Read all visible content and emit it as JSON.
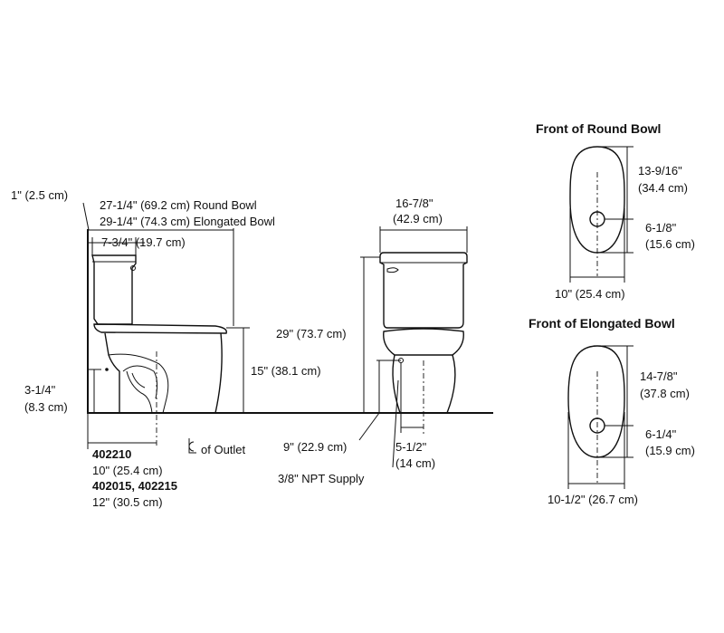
{
  "side_view": {
    "dim_top": "1\" (2.5 cm)",
    "dim_round_bowl": "27-1/4\" (69.2 cm) Round Bowl",
    "dim_elongated_bowl": "29-1/4\" (74.3 cm) Elongated Bowl",
    "dim_tank_depth": "7-3/4\" (19.7 cm)",
    "dim_seat_height": "15\" (38.1 cm)",
    "dim_supply_in": "3-1/4\"",
    "dim_supply_cm": "(8.3 cm)",
    "outlet_label": "of Outlet",
    "model_a": "402210",
    "model_a_dim": "10\" (25.4 cm)",
    "model_b": "402015, 402215",
    "model_b_dim": "12\" (30.5 cm)"
  },
  "front_view": {
    "dim_width_in": "16-7/8\"",
    "dim_width_cm": "(42.9 cm)",
    "dim_height": "29\" (73.7 cm)",
    "dim_supply_height": "9\" (22.9 cm)",
    "dim_offset_in": "5-1/2\"",
    "dim_offset_cm": "(14 cm)",
    "supply_label": "3/8\" NPT Supply"
  },
  "round_bowl": {
    "title": "Front of Round Bowl",
    "dim_length_in": "13-9/16\"",
    "dim_length_cm": "(34.4 cm)",
    "dim_hole_in": "6-1/8\"",
    "dim_hole_cm": "(15.6 cm)",
    "dim_width": "10\" (25.4 cm)"
  },
  "elongated_bowl": {
    "title": "Front of Elongated Bowl",
    "dim_length_in": "14-7/8\"",
    "dim_length_cm": "(37.8 cm)",
    "dim_hole_in": "6-1/4\"",
    "dim_hole_cm": "(15.9 cm)",
    "dim_width": "10-1/2\" (26.7 cm)"
  }
}
